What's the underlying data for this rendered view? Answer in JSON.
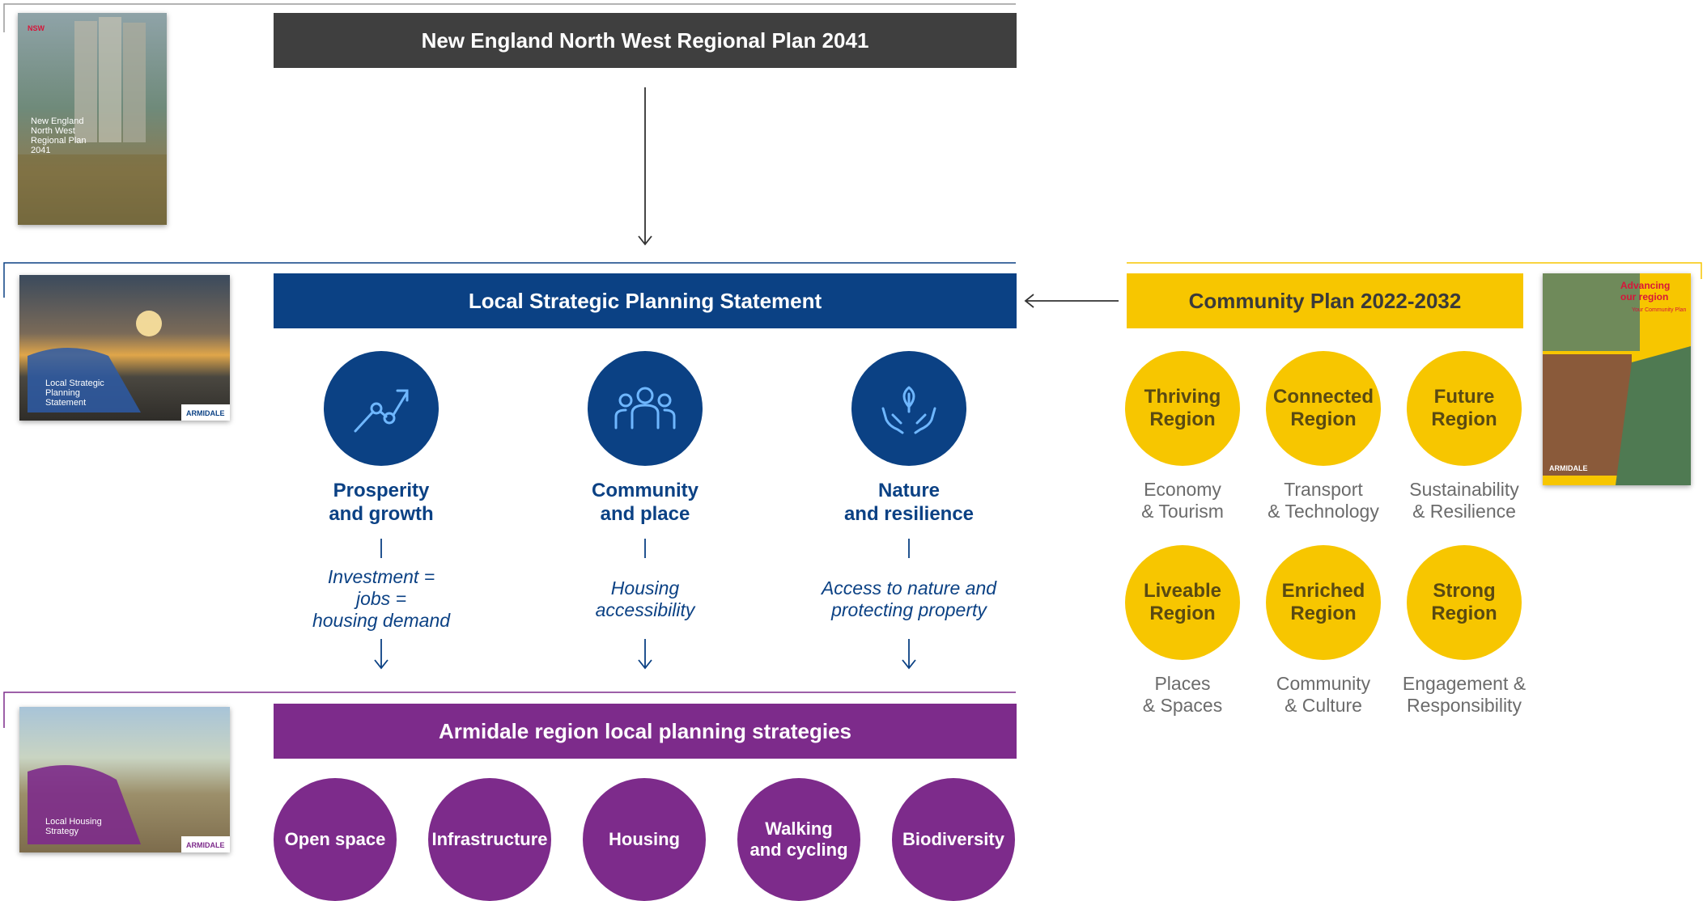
{
  "colors": {
    "dark_banner": "#3f3f3f",
    "navy": "#0b4184",
    "yellow": "#f7c600",
    "purple": "#7d2b8b",
    "caption_grey": "#6b6b6b"
  },
  "regional_plan": {
    "title": "New England North West Regional Plan 2041",
    "cover": {
      "logo": "NSW",
      "title": "New England\nNorth West\nRegional Plan\n2041"
    }
  },
  "lsps": {
    "title": "Local Strategic Planning Statement",
    "cover": {
      "title": "Local Strategic\nPlanning\nStatement",
      "logo": "ARMIDALE"
    },
    "pillars": [
      {
        "icon": "growth-chart-icon",
        "title": "Prosperity\nand growth",
        "note": "Investment =\njobs =\nhousing demand"
      },
      {
        "icon": "people-group-icon",
        "title": "Community\nand place",
        "note": "Housing\naccessibility"
      },
      {
        "icon": "hands-leaf-icon",
        "title": "Nature\nand resilience",
        "note": "Access to nature and\nprotecting property"
      }
    ]
  },
  "community_plan": {
    "title": "Community Plan 2022-2032",
    "cover": {
      "title": "Advancing\nour region",
      "subtitle": "Your Community Plan",
      "logo": "ARMIDALE"
    },
    "regions": [
      {
        "name": "Thriving\nRegion",
        "caption": "Economy\n& Tourism"
      },
      {
        "name": "Connected\nRegion",
        "caption": "Transport\n& Technology"
      },
      {
        "name": "Future\nRegion",
        "caption": "Sustainability\n& Resilience"
      },
      {
        "name": "Liveable\nRegion",
        "caption": "Places\n& Spaces"
      },
      {
        "name": "Enriched\nRegion",
        "caption": "Community\n& Culture"
      },
      {
        "name": "Strong\nRegion",
        "caption": "Engagement &\nResponsibility"
      }
    ]
  },
  "local_strategies": {
    "title": "Armidale region local planning strategies",
    "cover": {
      "title": "Local Housing\nStrategy",
      "logo": "ARMIDALE"
    },
    "items": [
      "Open space",
      "Infrastructure",
      "Housing",
      "Walking\nand cycling",
      "Biodiversity"
    ]
  }
}
